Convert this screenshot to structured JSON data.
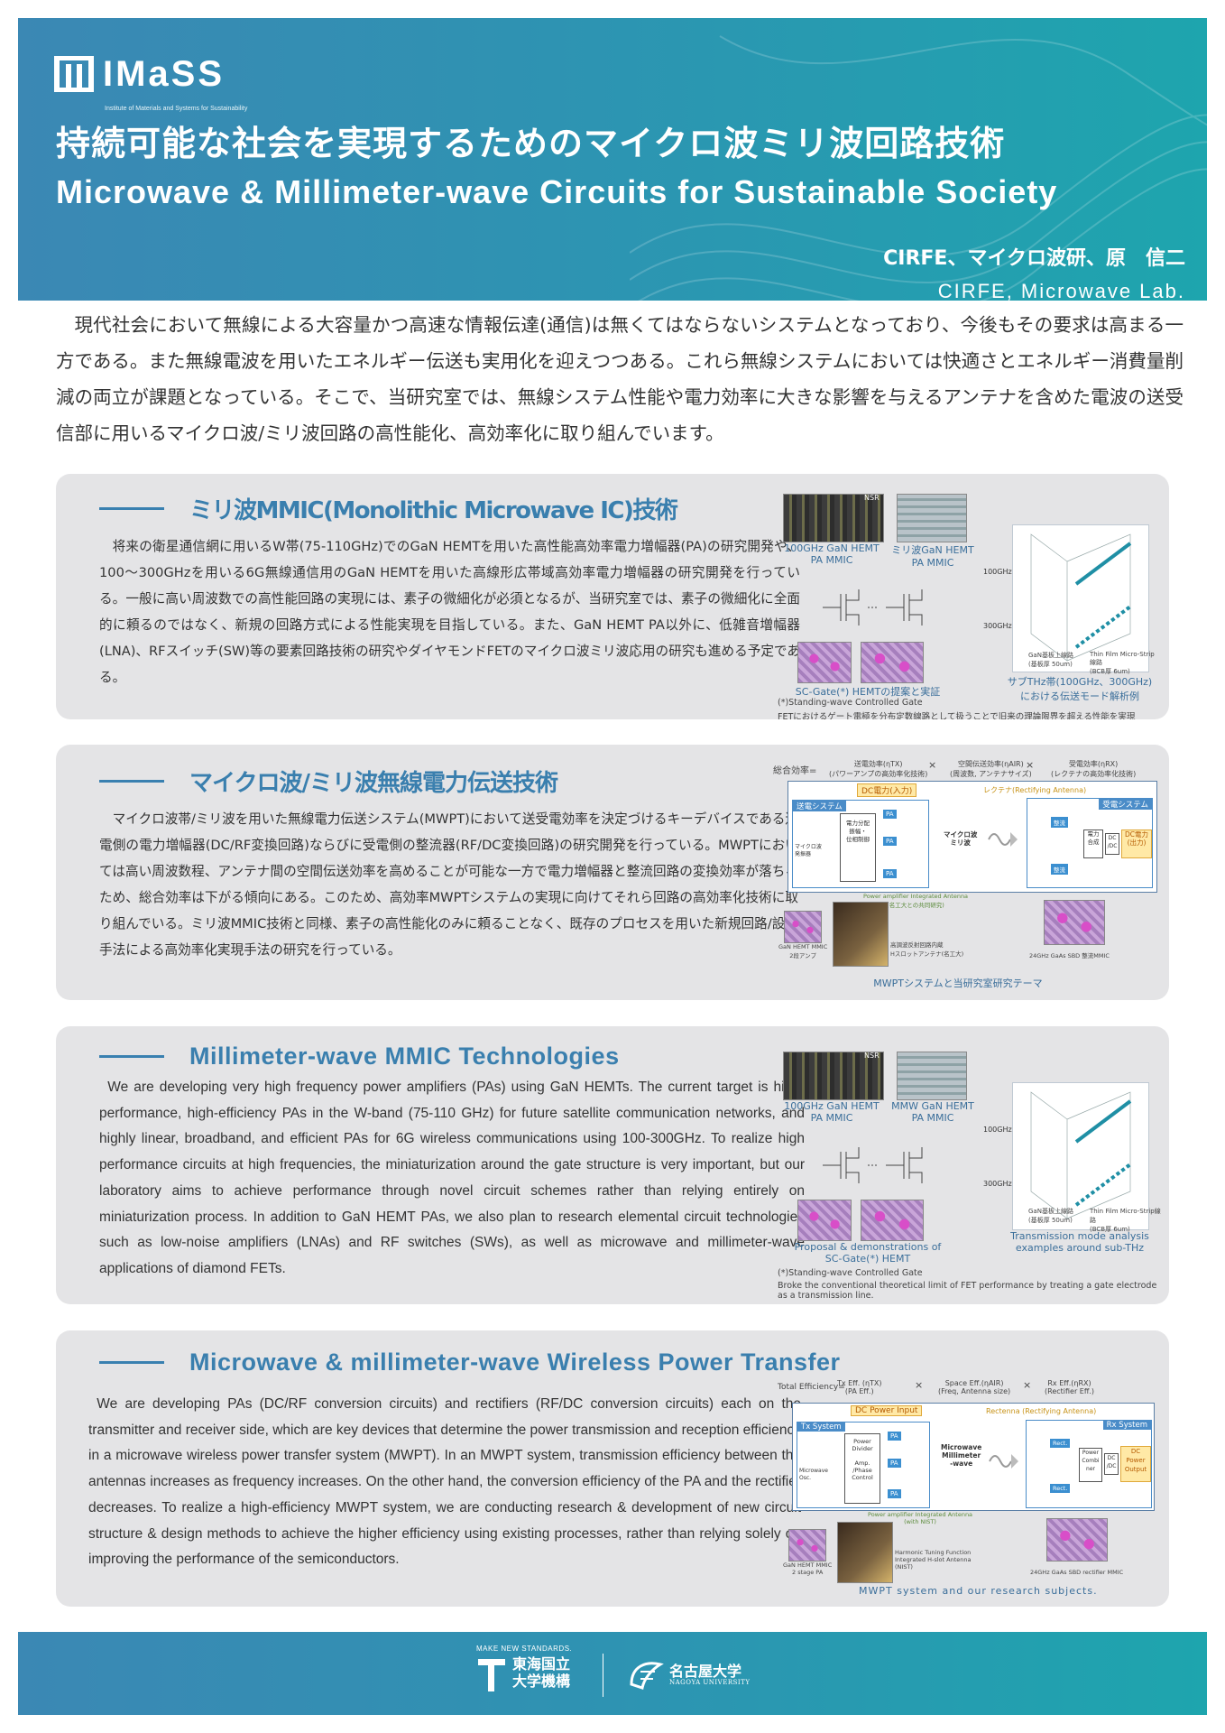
{
  "header": {
    "logo_text": "IMaSS",
    "logo_subtitle": "Institute of Materials and Systems for Sustainability",
    "title_jp": "持続可能な社会を実現するためのマイクロ波ミリ波回路技術",
    "title_en": "Microwave & Millimeter-wave Circuits for Sustainable Society",
    "author_jp": "CIRFE、マイクロ波研、原　信二",
    "author_en": "CIRFE, Microwave Lab.",
    "accent_color": "#2e93b2"
  },
  "intro": "現代社会において無線による大容量かつ高速な情報伝達(通信)は無くてはならないシステムとなっており、今後もその要求は高まる一方である。また無線電波を用いたエネルギー伝送も実用化を迎えつつある。これら無線システムにおいては快適さとエネルギー消費量削減の両立が課題となっている。そこで、当研究室では、無線システム性能や電力効率に大きな影響を与えるアンテナを含めた電波の送受信部に用いるマイクロ波/ミリ波回路の高性能化、高効率化に取り組んでいます。",
  "sections": [
    {
      "title": "ミリ波MMIC(Monolithic Microwave IC)技術",
      "body": "将来の衛星通信網に用いるW帯(75-110GHz)でのGaN HEMTを用いた高性能高効率電力増幅器(PA)の研究開発や、100～300GHzを用いる6G無線通信用のGaN HEMTを用いた高線形広帯域高効率電力増幅器の研究開発を行っている。一般に高い周波数での高性能回路の実現には、素子の微細化が必須となるが、当研究室では、素子の微細化に全面的に頼るのではなく、新規の回路方式による性能実現を目指している。また、GaN HEMT PA以外に、低雑音増幅器(LNA)、RFスイッチ(SW)等の要素回路技術の研究やダイヤモンドFETのマイクロ波ミリ波応用の研究も進める予定である。",
      "fig": {
        "cap1": "100GHz GaN HEMT\nPA MMIC",
        "cap2": "ミリ波GaN HEMT\nPA MMIC",
        "nsr": "NSR",
        "freq1": "100GHz",
        "freq2": "300GHz",
        "gan_label": "GaN基板上線路\n(基板厚 50um)",
        "film_label": "Thin Film Micro-Strip線路\n(BCB厚 6um)",
        "sim_cap": "サブTHz帯(100GHz、300GHz)\nにおける伝送モード解析例",
        "sc_cap": "SC-Gate(*) HEMTの提案と実証",
        "note1": "(*)Standing-wave Controlled Gate",
        "note2": "FETにおけるゲート電極を分布定数線路として扱うことで旧来の理論限界を超える性能を実現"
      }
    },
    {
      "title": "マイクロ波/ミリ波無線電力伝送技術",
      "body": "マイクロ波帯/ミリ波を用いた無線電力伝送システム(MWPT)において送受電効率を決定づけるキーデバイスである送電側の電力増幅器(DC/RF変換回路)ならびに受電側の整流器(RF/DC変換回路)の研究開発を行っている。MWPTにおいては高い周波数程、アンテナ間の空間伝送効率を高めることが可能な一方で電力増幅器と整流回路の変換効率が落ちるため、総合効率は下がる傾向にある。このため、高効率MWPTシステムの実現に向けてそれら回路の高効率化技術に取り組んでいる。ミリ波MMIC技術と同様、素子の高性能化のみに頼ることなく、既存のプロセスを用いた新規回路/設計手法による高効率化実現手法の研究を行っている。",
      "fig": {
        "eq_label": "総合効率=",
        "eq_tx": "送電効率(ηTX)\n(パワーアンプの高効率化技術)",
        "eq_space": "空間伝送効率(ηAIR)\n(周波数, アンテナサイズ)",
        "eq_rx": "受電効率(ηRX)\n(レクテナの高効率化技術)",
        "times": "×",
        "dc_in": "DC電力(入力)",
        "tx_sys": "送電システム",
        "rectenna": "レクテナ(Rectifying Antenna)",
        "rx_sys": "受電システム",
        "divider": "電力分配\n振幅・\n位相制御",
        "osc": "マイクロ波\n発振器",
        "space": "マイクロ波\nミリ波",
        "combiner": "電力\n合成",
        "dcdc": "DC\n/DC",
        "dc_out": "DC電力\n(出力)",
        "pa": "PA",
        "rect": "整流",
        "antenna_label": "Power amplifier Integrated Antenna\n(名工大との共同研究)",
        "mmic_label": "GaN HEMT MMIC\n2段アンプ",
        "harmonic_label": "高調波反射回路内蔵\nHスロットアンテナ(名工大)",
        "rect_label": "24GHz GaAs SBD 整流MMIC",
        "caption": "MWPTシステムと当研究室研究テーマ"
      }
    },
    {
      "title": "Millimeter-wave MMIC Technologies",
      "body": "We are developing very high frequency power amplifiers (PAs) using GaN HEMTs. The current target is high-performance, high-efficiency PAs in the W-band (75-110 GHz) for future satellite communication networks, and highly linear, broadband, and efficient PAs for 6G wireless communications using 100-300GHz. To realize high performance circuits at high frequencies, the miniaturization around the gate structure is very important, but our laboratory aims to achieve performance through novel circuit schemes rather than relying entirely on miniaturization process. In addition to GaN HEMT PAs, we also plan to research elemental circuit technologies such as low-noise amplifiers (LNAs) and RF switches (SWs), as well as microwave and millimeter-wave applications of diamond FETs.",
      "fig": {
        "cap1": "100GHz GaN HEMT\nPA MMIC",
        "cap2": "MMW GaN HEMT\nPA MMIC",
        "nsr": "NSR",
        "freq1": "100GHz",
        "freq2": "300GHz",
        "gan_label": "GaN基板上線路\n(基板厚 50um)",
        "film_label": "Thin Film Micro-Strip線路\n(BCB厚 6um)",
        "sim_cap": "Transmission mode analysis\nexamples around sub-THz",
        "sc_cap": "Proposal & demonstrations of\nSC-Gate(*) HEMT",
        "note1": "(*)Standing-wave Controlled Gate",
        "note2": "Broke the conventional theoretical limit of FET performance by treating a gate electrode\nas a transmission line."
      }
    },
    {
      "title": "Microwave & millimeter-wave Wireless Power Transfer",
      "body": "We are developing PAs (DC/RF conversion circuits) and rectifiers (RF/DC conversion circuits) each on the transmitter and receiver side, which are key devices that determine the power transmission and reception efficiency in a microwave wireless power transfer system (MWPT). In an MWPT system, transmission efficiency between the antennas increases as frequency increases. On the other hand, the conversion efficiency of the PA and the rectifier decreases. To realize a high-efficiency MWPT system, we are conducting research & development of new circuit structure & design methods to achieve the higher efficiency using existing processes, rather than relying solely on improving the performance of the semiconductors.",
      "fig": {
        "eq_label": "Total Efficiency=",
        "eq_tx": "Tx Eff. (ηTX)\n(PA Eff.)",
        "eq_space": "Space Eff.(ηAIR)\n(Freq, Antenna size)",
        "eq_rx": "Rx Eff.(ηRX)\n(Rectifier Eff.)",
        "times": "×",
        "dc_in": "DC Power Input",
        "tx_sys": "Tx System",
        "rectenna": "Rectenna (Rectifying Antenna)",
        "rx_sys": "Rx System",
        "divider": "Power\nDivider\n\nAmp.\n/Phase\nControl",
        "osc": "Microwave\nOsc.",
        "space": "Microwave\nMillimeter\n-wave",
        "combiner": "Power\nCombi\nner",
        "dcdc": "DC\n/DC",
        "dc_out": "DC\nPower\nOutput",
        "pa": "PA",
        "rect": "Rect.",
        "antenna_label": "Power amplifier Integrated Antenna\n(with NIST)",
        "mmic_label": "GaN HEMT MMIC\n2 stage PA",
        "harmonic_label": "Harmonic Tuning Function\nIntegrated H-slot Antenna\n(NIST)",
        "rect_label": "24GHz GaAs SBD rectifier MMIC",
        "caption": "MWPT system and our research subjects."
      }
    }
  ],
  "footer": {
    "tagline": "MAKE NEW STANDARDS.",
    "tokai_name": "東海国立\n大学機構",
    "nagoya_name": "名古屋大学",
    "nagoya_en": "NAGOYA UNIVERSITY"
  }
}
